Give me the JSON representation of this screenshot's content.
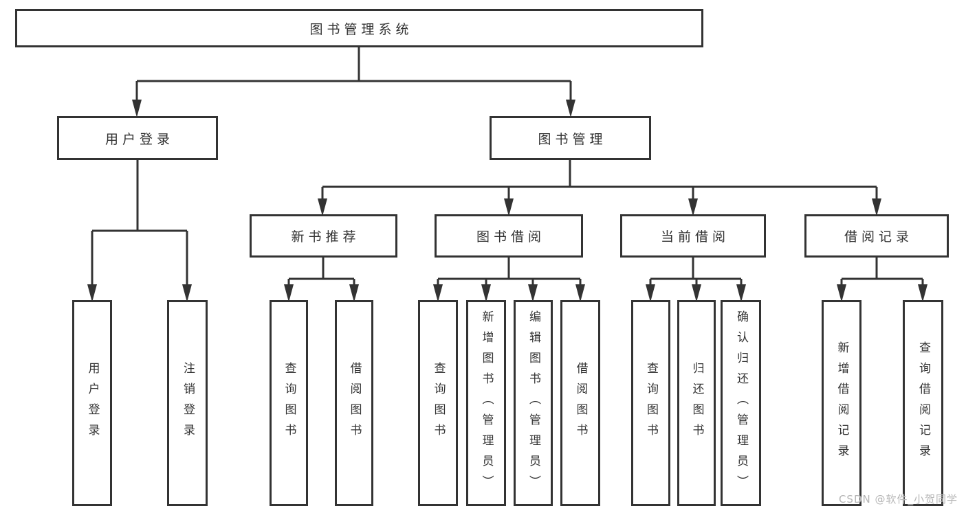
{
  "colors": {
    "line": "#333333",
    "box_border": "#333333",
    "text": "#333333",
    "watermark": "#b5b5b5",
    "background": "#ffffff"
  },
  "diagram": {
    "root": {
      "label": "图书管理系统"
    },
    "level1": [
      {
        "label": "用户登录",
        "children": [
          {
            "label": "用户登录"
          },
          {
            "label": "注销登录"
          }
        ]
      },
      {
        "label": "图书管理",
        "children": [
          {
            "label": "新书推荐",
            "children": [
              {
                "label": "查询图书"
              },
              {
                "label": "借阅图书"
              }
            ]
          },
          {
            "label": "图书借阅",
            "children": [
              {
                "label": "查询图书"
              },
              {
                "label": "新增图书（管理员）"
              },
              {
                "label": "编辑图书（管理员）"
              },
              {
                "label": "借阅图书"
              }
            ]
          },
          {
            "label": "当前借阅",
            "children": [
              {
                "label": "查询图书"
              },
              {
                "label": "归还图书"
              },
              {
                "label": "确认归还（管理员）"
              }
            ]
          },
          {
            "label": "借阅记录",
            "children": [
              {
                "label": "新增借阅记录"
              },
              {
                "label": "查询借阅记录"
              }
            ]
          }
        ]
      }
    ]
  },
  "watermark": {
    "text": "CSDN @软件_小贺同学"
  }
}
